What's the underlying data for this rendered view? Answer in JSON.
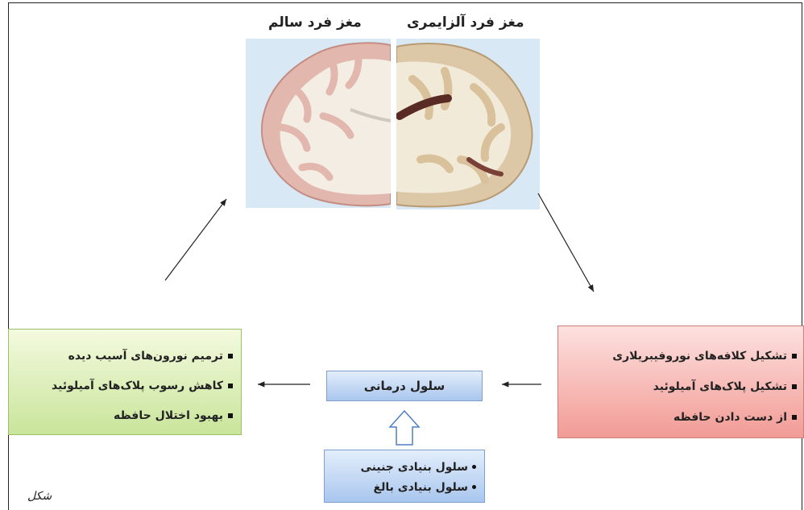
{
  "titles": {
    "healthy_brain": "مغز فرد سالم",
    "alzheimer_brain": "مغز فرد آلزایمری"
  },
  "pathology_box": {
    "items": [
      "تشکیل کلافه‌های نوروفیبریلاری",
      "تشکیل پلاک‌های آمیلوئید",
      "از دست دادن حافظه"
    ],
    "color": "#f29b95"
  },
  "therapy_box": {
    "label": "سلول درمانی",
    "color": "#a9c6ee"
  },
  "stem_cells_box": {
    "items": [
      "سلول بنیادی جنینی",
      "سلول بنیادی بالغ"
    ]
  },
  "outcome_box": {
    "items": [
      "ترمیم نورون‌های آسیب دیده",
      "کاهش رسوب پلاک‌های آمیلوئید",
      "بهبود اختلال حافظه"
    ],
    "color": "#c9e59b"
  },
  "caption_fragment": "شکل"
}
